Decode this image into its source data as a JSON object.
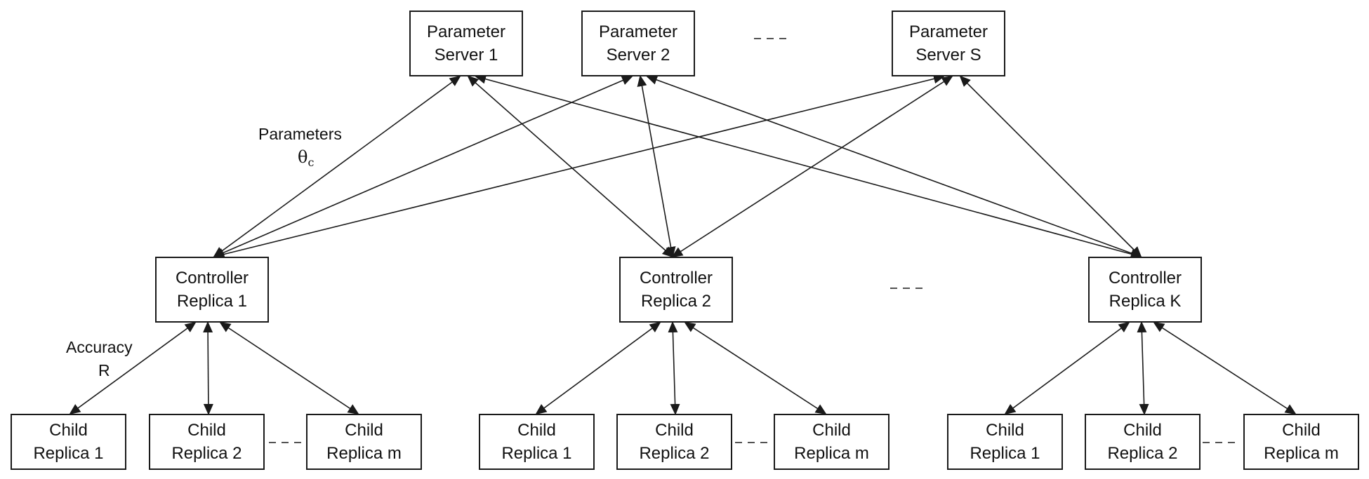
{
  "parameter_servers": [
    {
      "line1": "Parameter",
      "line2": "Server 1"
    },
    {
      "line1": "Parameter",
      "line2": "Server 2"
    },
    {
      "line1": "Parameter",
      "line2": "Server S"
    }
  ],
  "controllers": [
    {
      "line1": "Controller",
      "line2": "Replica 1"
    },
    {
      "line1": "Controller",
      "line2": "Replica 2"
    },
    {
      "line1": "Controller",
      "line2": "Replica K"
    }
  ],
  "child_labels": [
    {
      "line1": "Child",
      "line2": "Replica 1"
    },
    {
      "line1": "Child",
      "line2": "Replica 2"
    },
    {
      "line1": "Child",
      "line2": "Replica m"
    }
  ],
  "annotations": {
    "parameters_label": "Parameters",
    "theta_symbol": "θ",
    "theta_subscript": "c",
    "accuracy_label": "Accuracy",
    "accuracy_symbol": "R"
  },
  "colors": {
    "stroke": "#1a1a1a",
    "background": "#ffffff"
  }
}
